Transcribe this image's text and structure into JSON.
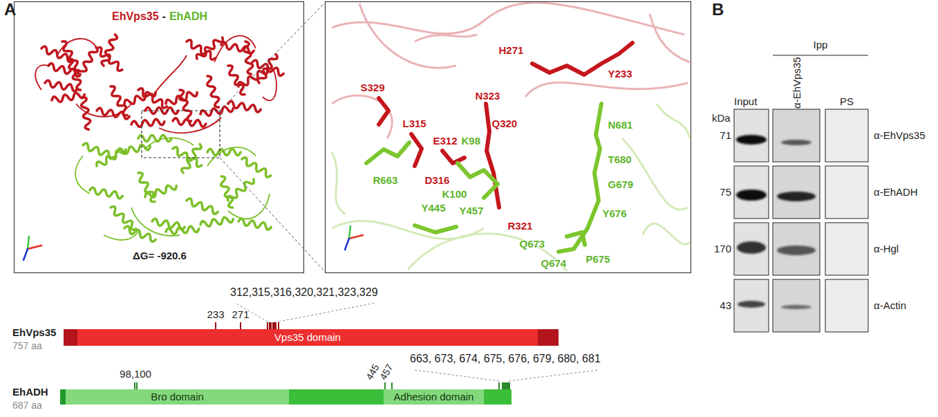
{
  "diagram": {
    "nodes": [
      {
        "text": [
          "EhVps35",
          "-",
          "EhADH",
          "ΔG= -920.6"
        ]
      },
      {
        "text": [
          "S329",
          "H271",
          "Y233",
          "N323",
          "L315",
          "Q320",
          "E312",
          "K98",
          "N681",
          "R663",
          "D316",
          "K100",
          "T680",
          "Y445",
          "G679",
          "Y457",
          "Y676",
          "R321",
          "Q673",
          "P675",
          "Q674"
        ]
      },
      {
        "text": [
          "Vps35 domain"
        ]
      },
      {
        "text": [
          "Bro domain"
        ]
      },
      {
        "text": [
          "Adhesion domain"
        ]
      }
    ],
    "labels": [
      "A",
      "B",
      "EhVps35",
      "757 aa",
      "EhADH",
      "687 aa",
      "233",
      "271",
      "312,315,316,320,321,323,329",
      "98,100",
      "445",
      "457",
      "663, 673, 674, 675, 676, 679, 680, 681",
      "Input",
      "Ipp",
      "α-EhVps35",
      "PS",
      "kDa",
      "71",
      "75",
      "170",
      "43",
      "α-EhVps35",
      "α-EhADH",
      "α-Hgl",
      "α-Actin"
    ]
  }
}
